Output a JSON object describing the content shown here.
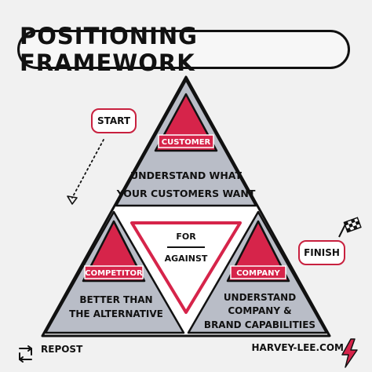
{
  "title": "POSITIONING FRAMEWORK",
  "top": {
    "label": "CUSTOMER",
    "text_line1": "UNDERSTAND WHAT",
    "text_line2": "YOUR CUSTOMERS WANT"
  },
  "left": {
    "label": "COMPETITOR",
    "text_line1": "BETTER THAN",
    "text_line2": "THE ALTERNATIVE"
  },
  "right": {
    "label": "COMPANY",
    "text_line1": "UNDERSTAND",
    "text_line2": "COMPANY &",
    "text_line3": "BRAND CAPABILITIES"
  },
  "center": {
    "top_label": "FOR",
    "bottom_label": "AGAINST"
  },
  "start_label": "START",
  "finish_label": "FINISH",
  "footer": {
    "repost_label": "REPOST",
    "site_label": "HARVEY-LEE.COM"
  },
  "colors": {
    "accent": "#d6244a",
    "triangle_fill": "#b9bdc7",
    "outline": "#111111"
  }
}
